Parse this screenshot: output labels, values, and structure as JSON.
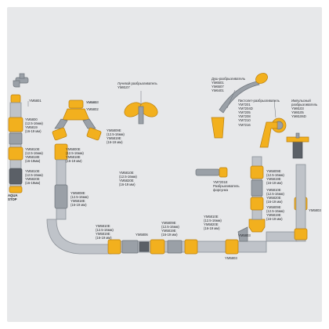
{
  "labels": {
    "faucet": "YM5801",
    "left_adapter": "YM5800\n(12.5-16мм)\nYM5819\n(16-19 мм)",
    "left_coupling": "YM5810E\n(12.5-16мм)\nYM5818E\n(16-19мм)",
    "left_bottom": "YM5810E\n(12.5-16мм)\nYM5820E\n(16-19мм)",
    "stop": "AQUA\nSTOP",
    "yconn": "YM5803",
    "splitter": "YM5802",
    "yconn_left": "YM5800E\n(12.5-16мм)\nYM5818E\n(16-19 мм)",
    "center_mid": "YM5809E\n(12.5-16мм)\nYM5819E\n(16-19 мм)",
    "center_low": "YM5810E\n(12.5-16мм)\nYM5820E\n(16-19 мм)",
    "lower_left": "YM5808E\n(12.5-16мм)\nYM5818E\n(16-19 мм)",
    "bottom1": "YM5810E\n(12.5-16мм)\nYM5819E\n(16-19 мм)",
    "bottom_join": "YM5806",
    "bottom2": "YM5809E\n(12.5-16мм)\nYM5819E\n(16-19 мм)",
    "bottom3": "YM5810E\n(12.5-16мм)\nYM5820E\n(16-19 мм)",
    "bottom_tee": "YM5803",
    "right_low": "YM5809E\n(12.5-16мм)\nYM5819E\n(16-19 мм)",
    "right_end": "YM5803",
    "butterfly": "Лучевой разбрызгиватель\nYM8107",
    "gun_long": "Душ-разбрызгиватель\nYM6501\nYM6507\nYM6401",
    "gun_pistol": "Пистолет-разбрызгиватель\nYM7201\nYM7204D\nYM7205\nYM7208\nYM7210\nYM7216",
    "impulse": "Импульсный\nразбрызгиватель\nYM8103\nYM8105\nYM8106D",
    "nozzle": "YM7201E\nРазбрызгиватель\nфорсунка",
    "right_up": "YM5809E\n(12.5-16мм)\nYM5819E\n(16-19 мм)",
    "right_up2": "YM5810E\n(12.5-16мм)\nYM5820E\n(16-19 мм)",
    "right_side": "YM5803"
  },
  "colors": {
    "board": "#e7e8ea",
    "fitting": "#f2b01e",
    "hose": "#bfc3c9"
  }
}
